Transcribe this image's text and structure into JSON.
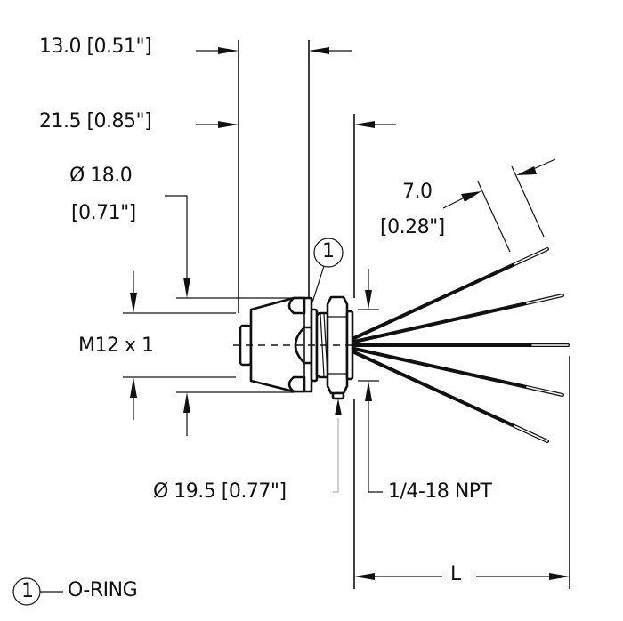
{
  "drawing": {
    "dimensions": {
      "dim_13": "13.0 [0.51\"]",
      "dim_21": "21.5 [0.85\"]",
      "dia_18_line1": "Ø 18.0",
      "dia_18_line2": "[0.71\"]",
      "thread": "M12 x 1",
      "strip_len_line1": "7.0",
      "strip_len_line2": "[0.28\"]",
      "dia_19": "Ø 19.5 [0.77\"]",
      "npt": "1/4-18 NPT",
      "length": "L"
    },
    "callouts": {
      "item_number": "1",
      "legend_number": "1",
      "legend_label": "O-RING"
    }
  }
}
